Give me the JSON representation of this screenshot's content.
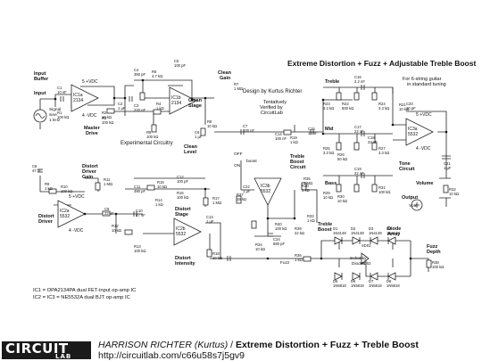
{
  "schematic": {
    "title": "Extreme Distortion + Fuzz + Adjustable Treble Boost",
    "design_by": "Design by Kurtus Richter",
    "verified": [
      "Tentatively",
      "Verified by",
      "CircuitLab"
    ],
    "guitar_note": [
      "For 6-string guitar",
      "in standard tuning"
    ],
    "experimental": "Experimental Circuitry",
    "ic_notes": [
      "IC1 = OPA2134PA dual FET-input op-amp IC",
      "IC2 = IC3 = NE5532A dual BJT op-amp IC"
    ],
    "sections": {
      "input_buffer": [
        "Input",
        "Buffer"
      ],
      "input": "Input",
      "signal": [
        "Signal",
        "sine",
        "1 kHz"
      ],
      "master_drive": [
        "Master",
        "Drive"
      ],
      "clean_gain": [
        "Clean",
        "Gain"
      ],
      "clean_stage": [
        "Clean",
        "Stage"
      ],
      "clean_level": [
        "Clean",
        "Level"
      ],
      "distort_driver_gain": [
        "Distort",
        "Driver",
        "Gain"
      ],
      "distort_driver": [
        "Distort",
        "Driver"
      ],
      "distort_stage": [
        "Distort",
        "Stage"
      ],
      "distort_intensity": [
        "Distort",
        "Intensity"
      ],
      "treble_boost_circuit": [
        "Treble",
        "Boost",
        "Circuit"
      ],
      "treble_boost": [
        "Treble",
        "Boost"
      ],
      "treble": "Treble",
      "mid": "Mid",
      "bass": "Bass",
      "tone_circuit": [
        "Tone",
        "Circuit"
      ],
      "volume": "Volume",
      "output": "Output",
      "vout": "Vout",
      "diode_array": [
        "Diode",
        "Array"
      ],
      "fuzz_depth": [
        "Fuzz",
        "Depth"
      ],
      "schottky": [
        "Schottky",
        "Diodes"
      ],
      "fuzz": "Fuzz",
      "boost_switch": [
        "OFF",
        "ON",
        "boost"
      ]
    },
    "opamps": [
      {
        "ref": "IC1a",
        "part": "2134"
      },
      {
        "ref": "IC1b",
        "part": "2134"
      },
      {
        "ref": "IC2a",
        "part": "5532"
      },
      {
        "ref": "IC2b",
        "part": "5532"
      },
      {
        "ref": "IC3a",
        "part": "5532"
      },
      {
        "ref": "IC3b",
        "part": "5532"
      }
    ],
    "supply_pos": "5 +VDC",
    "supply_neg": "4 -VDC",
    "components": [
      {
        "ref": "C1",
        "val": "10 nF"
      },
      {
        "ref": "R1",
        "val": "100 kΩ"
      },
      {
        "ref": "R2",
        "val": "10 kΩ"
      },
      {
        "ref": "R3",
        "val": "100 kΩ"
      },
      {
        "ref": "C2",
        "val": "1 µF"
      },
      {
        "ref": "C3",
        "val": "220 nF"
      },
      {
        "ref": "C4",
        "val": "390 pF"
      },
      {
        "ref": "R5",
        "val": "100 kΩ"
      },
      {
        "ref": "R6",
        "val": "4.7 kΩ"
      },
      {
        "ref": "C5",
        "val": "100 pF"
      },
      {
        "ref": "R4",
        "val": "1 kΩ"
      },
      {
        "ref": "R7",
        "val": "1 MΩ"
      },
      {
        "ref": "R8",
        "val": "10 kΩ"
      },
      {
        "ref": "C6",
        "val": "1 µF"
      },
      {
        "ref": "C7",
        "val": "100 nF"
      },
      {
        "ref": "C8",
        "val": "47 nF"
      },
      {
        "ref": "R9",
        "val": "1 kΩ"
      },
      {
        "ref": "R10",
        "val": "100 kΩ"
      },
      {
        "ref": "R11",
        "val": "1 MΩ"
      },
      {
        "ref": "C9",
        "val": "22 nF"
      },
      {
        "ref": "R12",
        "val": "10 kΩ"
      },
      {
        "ref": "C10",
        "val": "47 nF"
      },
      {
        "ref": "R13",
        "val": "100 kΩ"
      },
      {
        "ref": "C11",
        "val": "390 pF"
      },
      {
        "ref": "R15",
        "val": "10 kΩ"
      },
      {
        "ref": "R14",
        "val": "1 kΩ"
      },
      {
        "ref": "C12",
        "val": "100 pF"
      },
      {
        "ref": "R16",
        "val": "100 kΩ"
      },
      {
        "ref": "R17",
        "val": "1 MΩ"
      },
      {
        "ref": "C13",
        "val": "1 µF"
      },
      {
        "ref": "R18",
        "val": "10 kΩ"
      },
      {
        "ref": "C14",
        "val": "100 nF"
      },
      {
        "ref": "R19",
        "val": "1 kΩ"
      },
      {
        "ref": "R20",
        "val": "1 kΩ"
      },
      {
        "ref": "C15",
        "val": "10 nF"
      },
      {
        "ref": "C16",
        "val": "2.2 nF"
      },
      {
        "ref": "R21",
        "val": "10 kΩ"
      },
      {
        "ref": "R22",
        "val": "500 kΩ"
      },
      {
        "ref": "R23",
        "val": "3.3 kΩ"
      },
      {
        "ref": "R24",
        "val": "3.3 kΩ"
      },
      {
        "ref": "C17",
        "val": "22 nF"
      },
      {
        "ref": "C18",
        "val": "22 nF"
      },
      {
        "ref": "R25",
        "val": "3.3 kΩ"
      },
      {
        "ref": "R26",
        "val": "50 kΩ"
      },
      {
        "ref": "R27",
        "val": "3.3 kΩ"
      },
      {
        "ref": "C19",
        "val": "22 nF"
      },
      {
        "ref": "R29",
        "val": "10 kΩ"
      },
      {
        "ref": "R30",
        "val": "10 kΩ"
      },
      {
        "ref": "R31",
        "val": "100 kΩ"
      },
      {
        "ref": "C20",
        "val": "10 pF"
      },
      {
        "ref": "C21",
        "val": "1 µF"
      },
      {
        "ref": "R32",
        "val": "10 kΩ"
      },
      {
        "ref": "C22",
        "val": "1 µF"
      },
      {
        "ref": "R33",
        "val": "1 kΩ"
      },
      {
        "ref": "R35",
        "val": "1 MΩ"
      },
      {
        "ref": "R36",
        "val": "1 kΩ"
      },
      {
        "ref": "C24",
        "val": "680 pF"
      },
      {
        "ref": "R37",
        "val": "15 kΩ"
      },
      {
        "ref": "R34",
        "val": "10 kΩ"
      },
      {
        "ref": "R38",
        "val": "100 kΩ"
      },
      {
        "ref": "R39",
        "val": "22 kΩ"
      },
      {
        "ref": "R40",
        "val": "100 kΩ"
      }
    ],
    "diodes": [
      {
        "ref": "D1",
        "part": "1N4148"
      },
      {
        "ref": "D2",
        "part": "1N4148"
      },
      {
        "ref": "D3",
        "part": "1N4148"
      },
      {
        "ref": "D4",
        "part": "1N4148"
      },
      {
        "ref": "D5",
        "part": "1N5818"
      },
      {
        "ref": "D6",
        "part": "1N5818"
      },
      {
        "ref": "D7",
        "part": "1N5818"
      },
      {
        "ref": "D8",
        "part": "1N5818"
      },
      {
        "ref": "SD01",
        "part": "SD01"
      },
      {
        "ref": "SD02",
        "part": "SD02"
      }
    ]
  },
  "footer": {
    "logo_word": "CIRCUIT",
    "logo_sub": "LAB",
    "author": "HARRISON RICHTER (Kurtus)",
    "separator": " / ",
    "title": "Extreme Distortion + Fuzz + Treble Boost",
    "url": "http://circuitlab.com/c66u58s7j5gv9"
  }
}
